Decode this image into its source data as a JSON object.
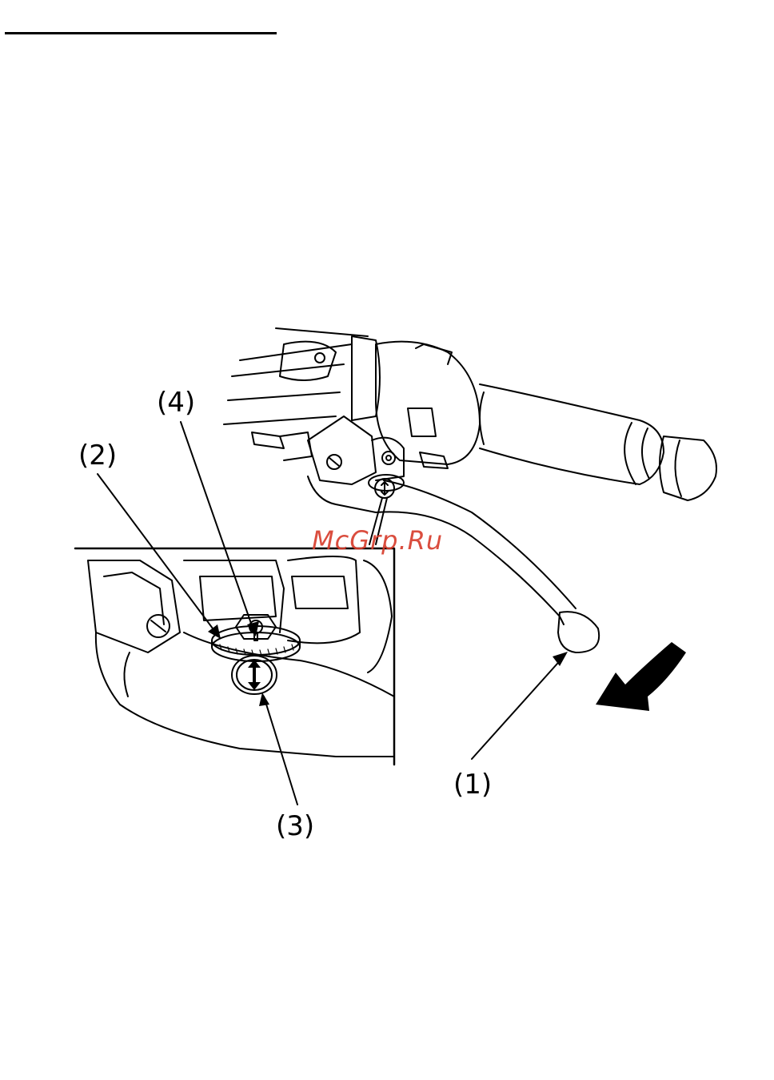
{
  "callouts": {
    "lever": "(1)",
    "adjuster_dial": "(2)",
    "adjuster_arrow_mark": "(3)",
    "index_mark": "(4)"
  },
  "watermark": "McGrp.Ru",
  "colors": {
    "line": "#000000",
    "watermark": "#d63a2a",
    "background": "#ffffff"
  },
  "icons": {
    "rotation_arrow": "curved-arrow-icon",
    "adjuster_symbol": "double-arrow-icon"
  }
}
